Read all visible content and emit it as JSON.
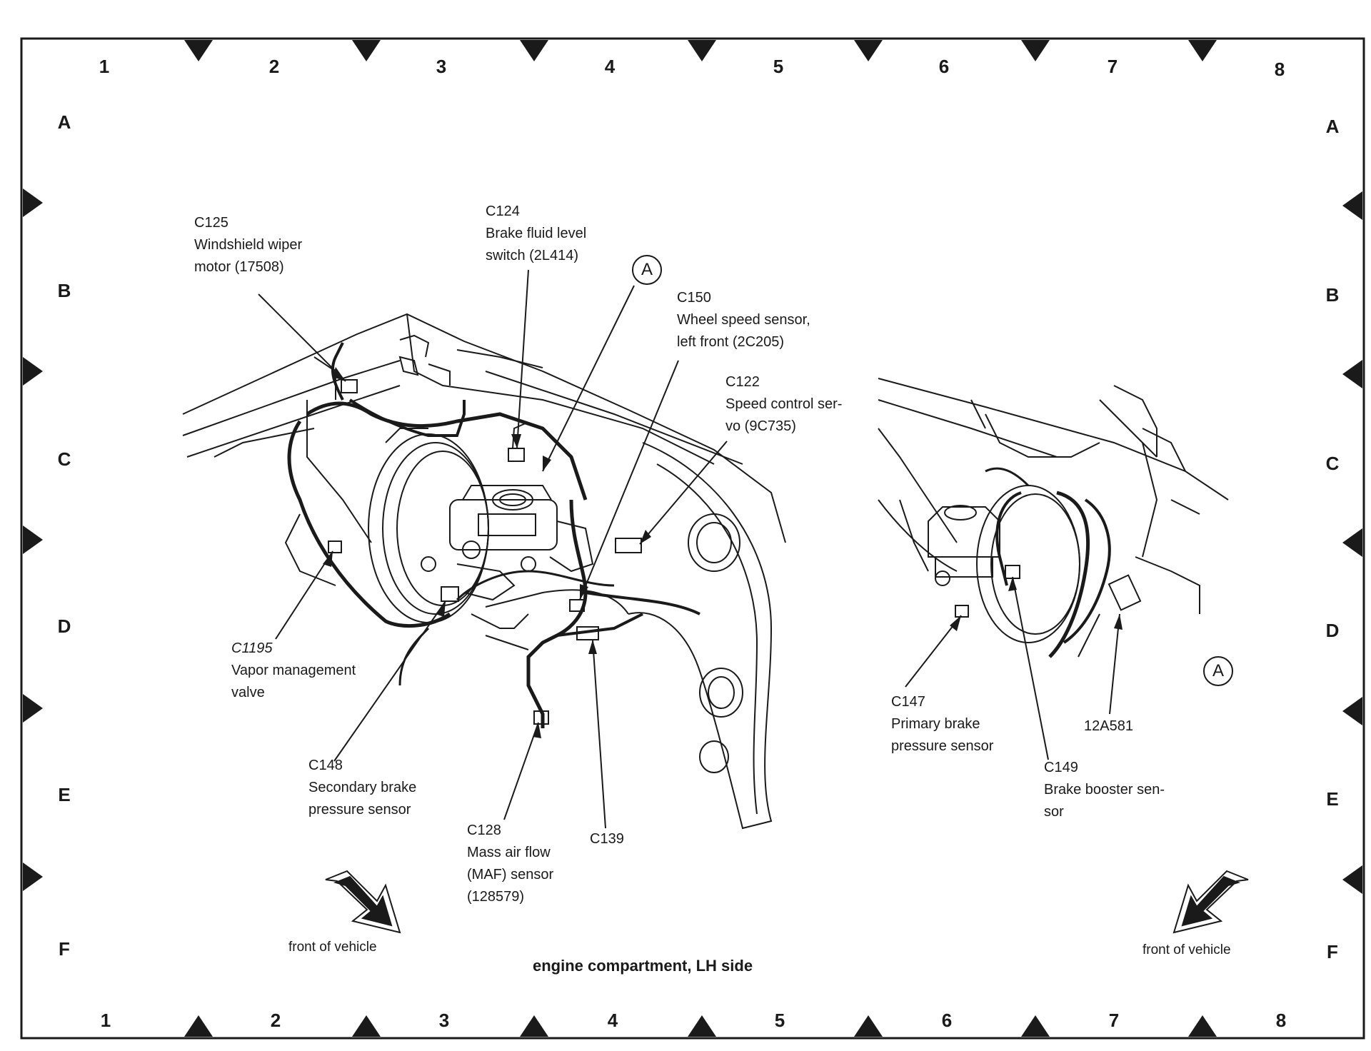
{
  "grid": {
    "columns": [
      "1",
      "2",
      "3",
      "4",
      "5",
      "6",
      "7",
      "8"
    ],
    "rows": [
      "A",
      "B",
      "C",
      "D",
      "E",
      "F"
    ]
  },
  "title": "engine compartment, LH side",
  "front_label": "front of vehicle",
  "view_marker": "A",
  "callouts": {
    "c125": [
      "C125",
      "Windshield wiper",
      "motor (17508)"
    ],
    "c124": [
      "C124",
      "Brake fluid level",
      "switch (2L414)"
    ],
    "c150": [
      "C150",
      "Wheel speed sensor,",
      "left front (2C205)"
    ],
    "c122": [
      "C122",
      "Speed control ser-",
      "vo (9C735)"
    ],
    "c1195": [
      "C1195",
      "Vapor management",
      "valve"
    ],
    "c148": [
      "C148",
      "Secondary brake",
      "pressure sensor"
    ],
    "c128": [
      "C128",
      "Mass air flow",
      "(MAF) sensor",
      "(128579)"
    ],
    "c139": [
      "C139"
    ],
    "c147": [
      "C147",
      "Primary brake",
      "pressure sensor"
    ],
    "c149": [
      "C149",
      "Brake booster sen-",
      "sor"
    ],
    "p12a581": [
      "12A581"
    ]
  },
  "colors": {
    "ink": "#1a1a1a",
    "paper": "#ffffff"
  }
}
